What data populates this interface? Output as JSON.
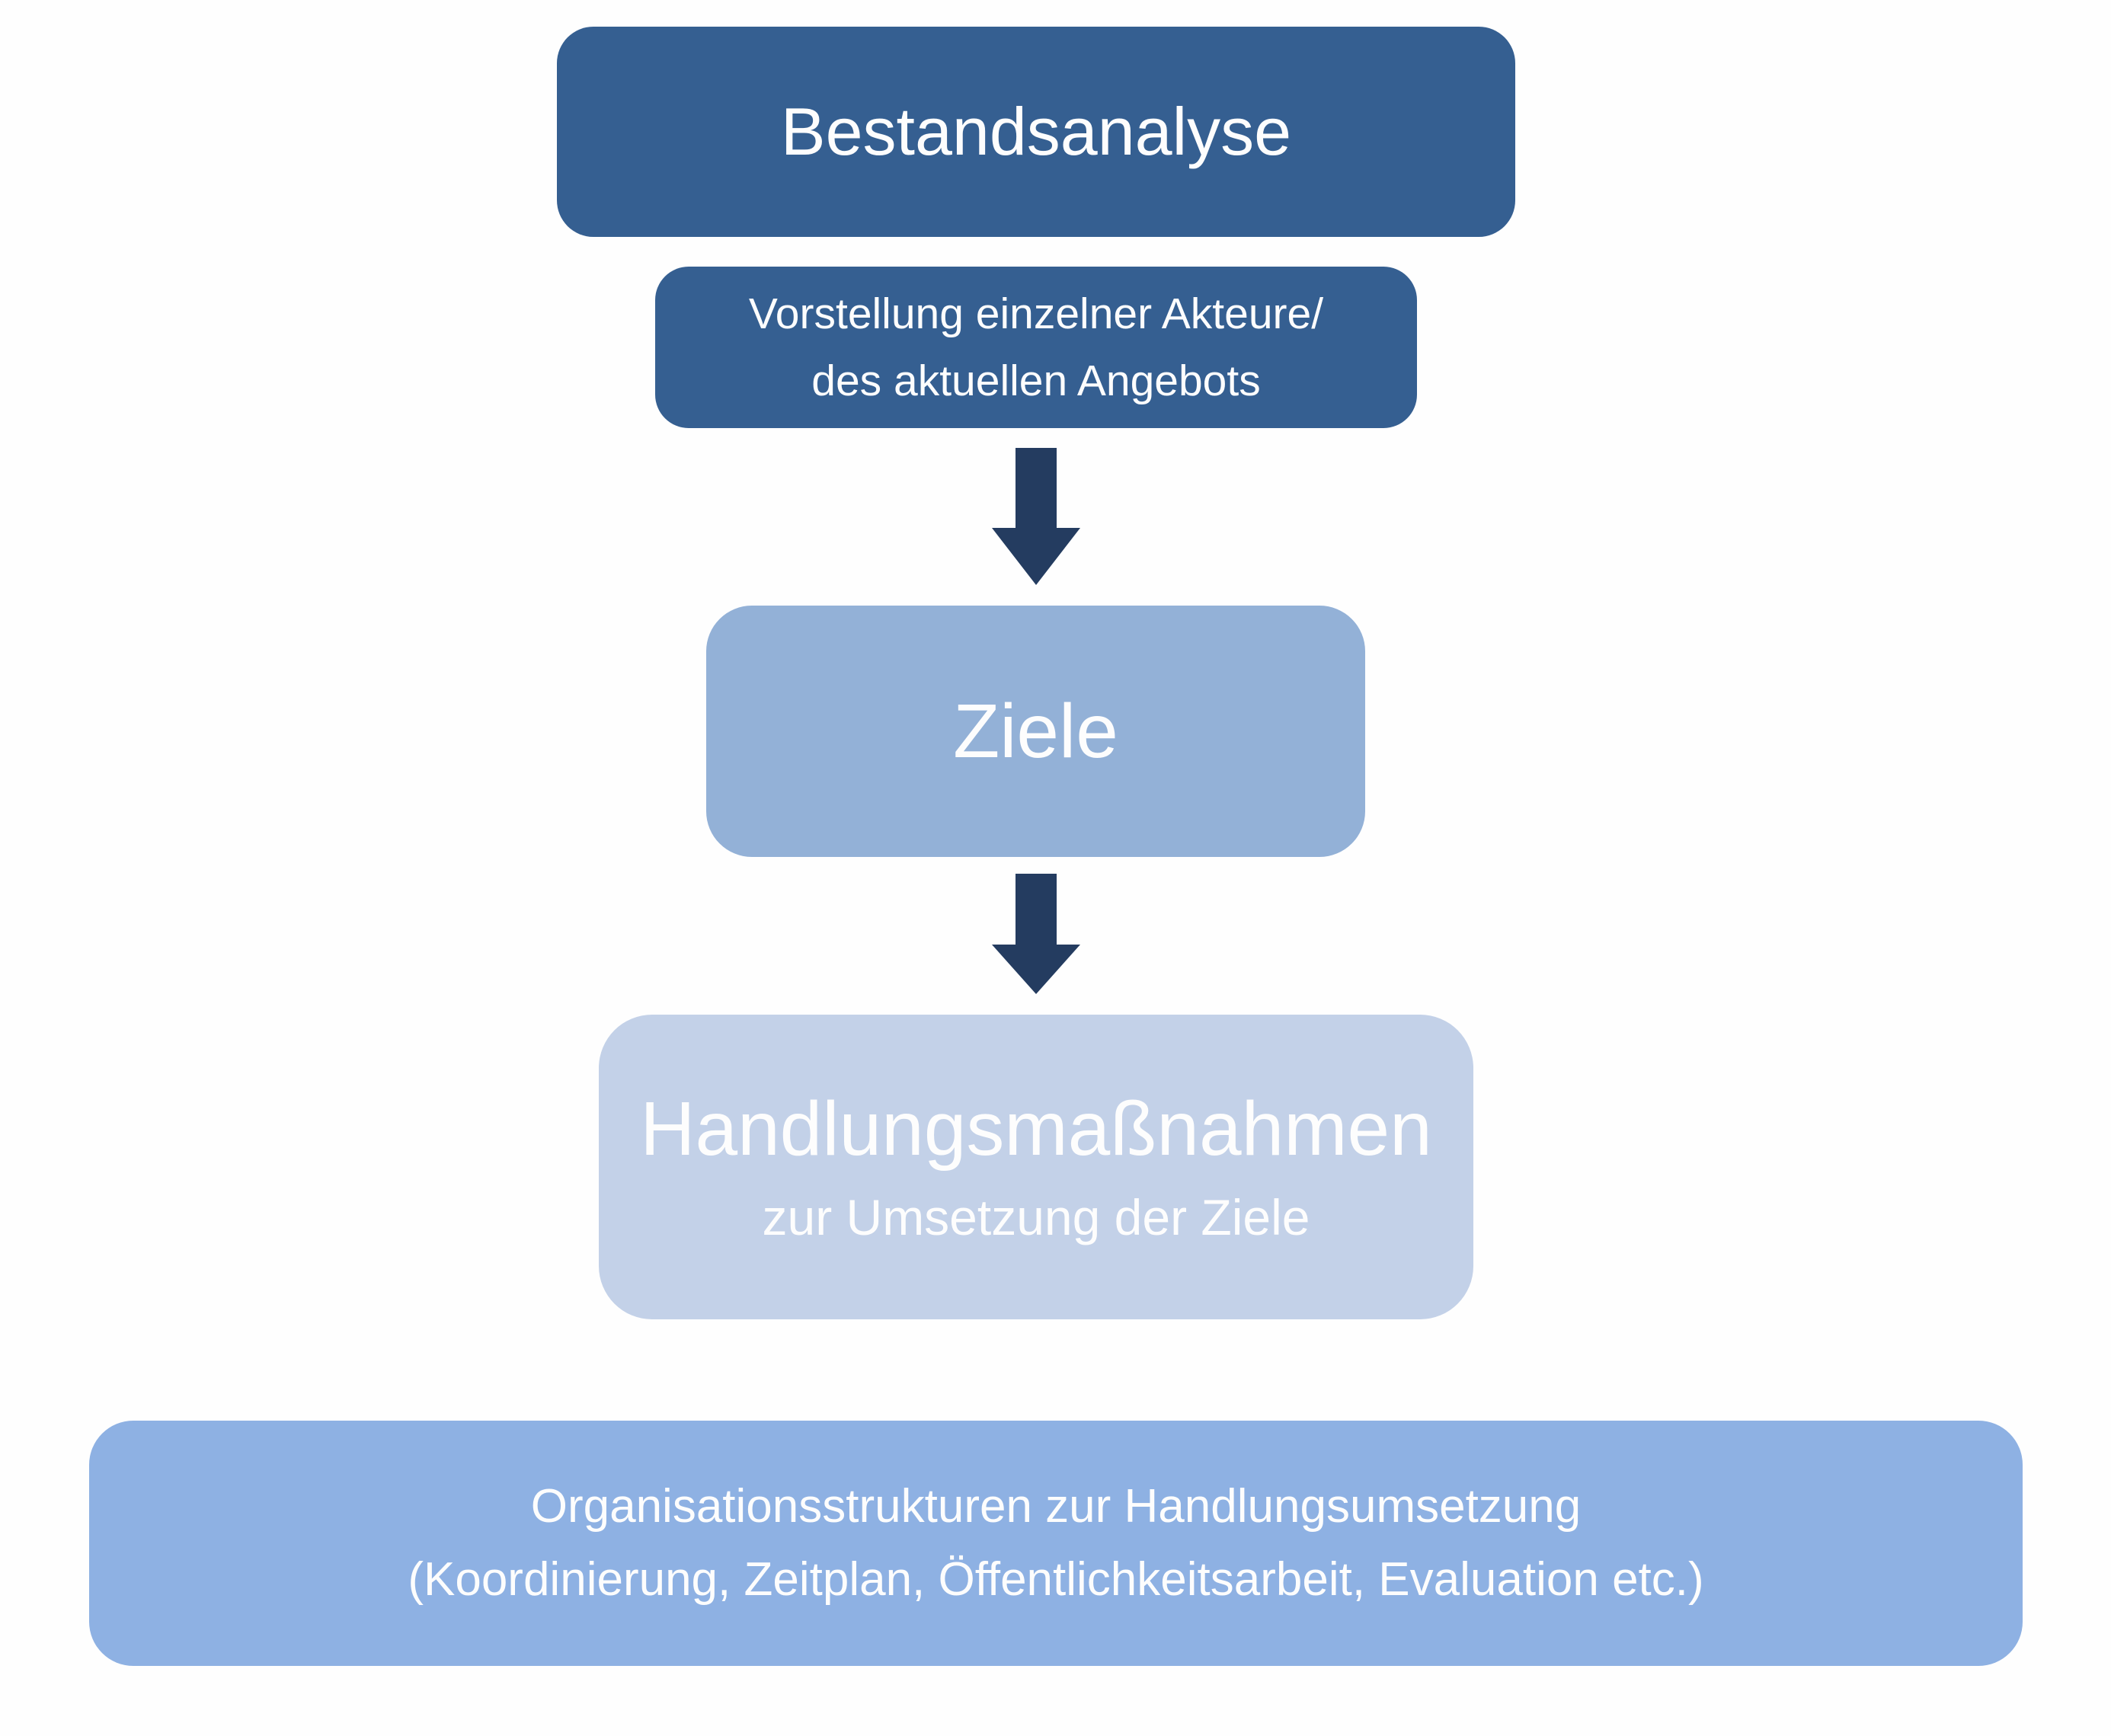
{
  "diagram": {
    "colors": {
      "box_dark": "#355F91",
      "arrow_navy": "#243C60",
      "box_medium": "#93B1D7",
      "box_light": "#C3D1E8",
      "box_wide": "#8EB1E3",
      "text_white": "#FDFDFD",
      "page_bg": "#FEFEFE"
    },
    "icons": {
      "arrow_down": "block-arrow-down"
    },
    "nodes": {
      "bestandsanalyse": {
        "title": "Bestandsanalyse"
      },
      "vorstellung": {
        "line1": "Vorstellung einzelner Akteure/",
        "line2": "des aktuellen Angebots"
      },
      "ziele": {
        "title": "Ziele"
      },
      "handlungsmassnahmen": {
        "title": "Handlungsmaßnahmen",
        "subtitle": "zur Umsetzung der Ziele"
      },
      "organisationsstrukturen": {
        "line1": "Organisationsstrukturen zur Handlungsumsetzung",
        "line2": "(Koordinierung, Zeitplan, Öffentlichkeitsarbeit, Evaluation etc.)"
      }
    }
  }
}
